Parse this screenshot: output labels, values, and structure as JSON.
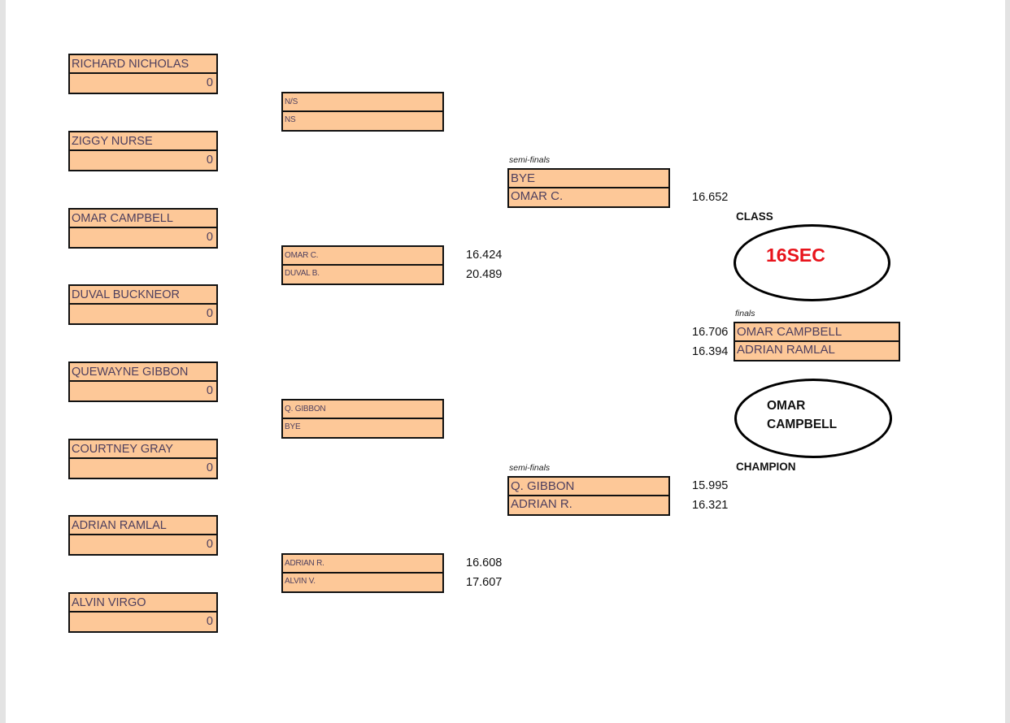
{
  "round1": [
    {
      "name": "RICHARD NICHOLAS",
      "score": "0"
    },
    {
      "name": "ZIGGY NURSE",
      "score": "0"
    },
    {
      "name": "OMAR CAMPBELL",
      "score": "0"
    },
    {
      "name": "DUVAL BUCKNEOR",
      "score": "0"
    },
    {
      "name": "QUEWAYNE GIBBON",
      "score": "0"
    },
    {
      "name": "COURTNEY GRAY",
      "score": "0"
    },
    {
      "name": "ADRIAN RAMLAL",
      "score": "0"
    },
    {
      "name": "ALVIN VIRGO",
      "score": "0"
    }
  ],
  "round2": [
    {
      "top": "N/S",
      "bottom": "NS",
      "top_time": "",
      "bottom_time": ""
    },
    {
      "top": "OMAR C.",
      "bottom": "DUVAL B.",
      "top_time": "16.424",
      "bottom_time": "20.489"
    },
    {
      "top": "Q. GIBBON",
      "bottom": "BYE",
      "top_time": "",
      "bottom_time": ""
    },
    {
      "top": "ADRIAN R.",
      "bottom": "ALVIN V.",
      "top_time": "16.608",
      "bottom_time": "17.607"
    }
  ],
  "semifinals": [
    {
      "label": "semi-finals",
      "top": "BYE",
      "bottom": "OMAR C.",
      "top_time": "",
      "bottom_time": "16.652"
    },
    {
      "label": "semi-finals",
      "top": "Q. GIBBON",
      "bottom": "ADRIAN R.",
      "top_time": "15.995",
      "bottom_time": "16.321"
    }
  ],
  "finals": {
    "label": "finals",
    "top": "OMAR CAMPBELL",
    "bottom": "ADRIAN RAMLAL",
    "top_time": "16.706",
    "bottom_time": "16.394"
  },
  "class_badge": {
    "label": "CLASS",
    "value": "16SEC",
    "value_color": "#e8141c"
  },
  "champion_badge": {
    "label": "CHAMPION",
    "line1": "OMAR",
    "line2": "CAMPBELL"
  },
  "colors": {
    "cell_fill": "#fdc898",
    "cell_text": "#4e3f5e",
    "border": "#111111"
  }
}
